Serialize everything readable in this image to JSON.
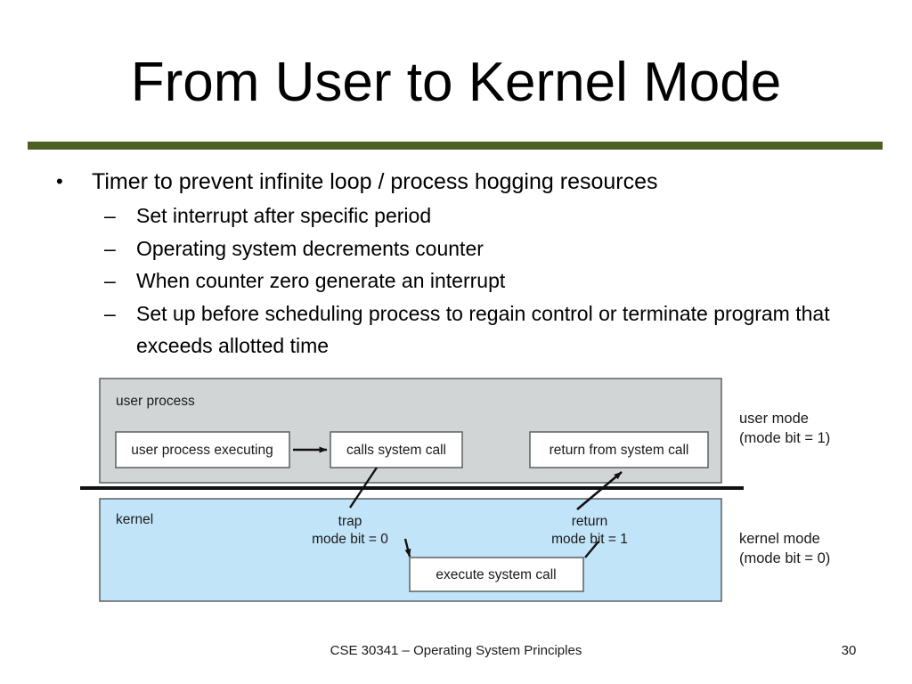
{
  "slide": {
    "title": "From User to Kernel Mode",
    "rule_color": "#4d6023"
  },
  "bullets": {
    "level1": {
      "marker": "•",
      "text": "Timer to prevent infinite loop / process hogging resources"
    },
    "level2_marker": "–",
    "level2": [
      {
        "text": "Set interrupt after specific period"
      },
      {
        "text": "Operating system decrements counter"
      },
      {
        "text": "When counter zero generate an interrupt"
      },
      {
        "text": "Set up before scheduling process to regain control or terminate program that exceeds allotted time"
      }
    ]
  },
  "diagram": {
    "user_band_label": "user process",
    "kernel_band_label": "kernel",
    "boxes": {
      "user_process_executing": "user process executing",
      "calls_system_call": "calls system call",
      "return_from_system_call": "return from system call",
      "execute_system_call": "execute system call"
    },
    "annotations": {
      "trap_line1": "trap",
      "trap_line2": "mode bit = 0",
      "return_line1": "return",
      "return_line2": "mode bit = 1"
    },
    "side_labels": {
      "user_mode_line1": "user mode",
      "user_mode_line2": "(mode bit = 1)",
      "kernel_mode_line1": "kernel mode",
      "kernel_mode_line2": "(mode bit = 0)"
    },
    "colors": {
      "user_band": "#d2d5d6",
      "kernel_band": "#c2e4f8",
      "box_fill": "#ffffff",
      "stroke": "#5a6063",
      "divider": "#111111"
    }
  },
  "footer": {
    "course": "CSE 30341 – Operating System Principles",
    "page_number": "30"
  }
}
